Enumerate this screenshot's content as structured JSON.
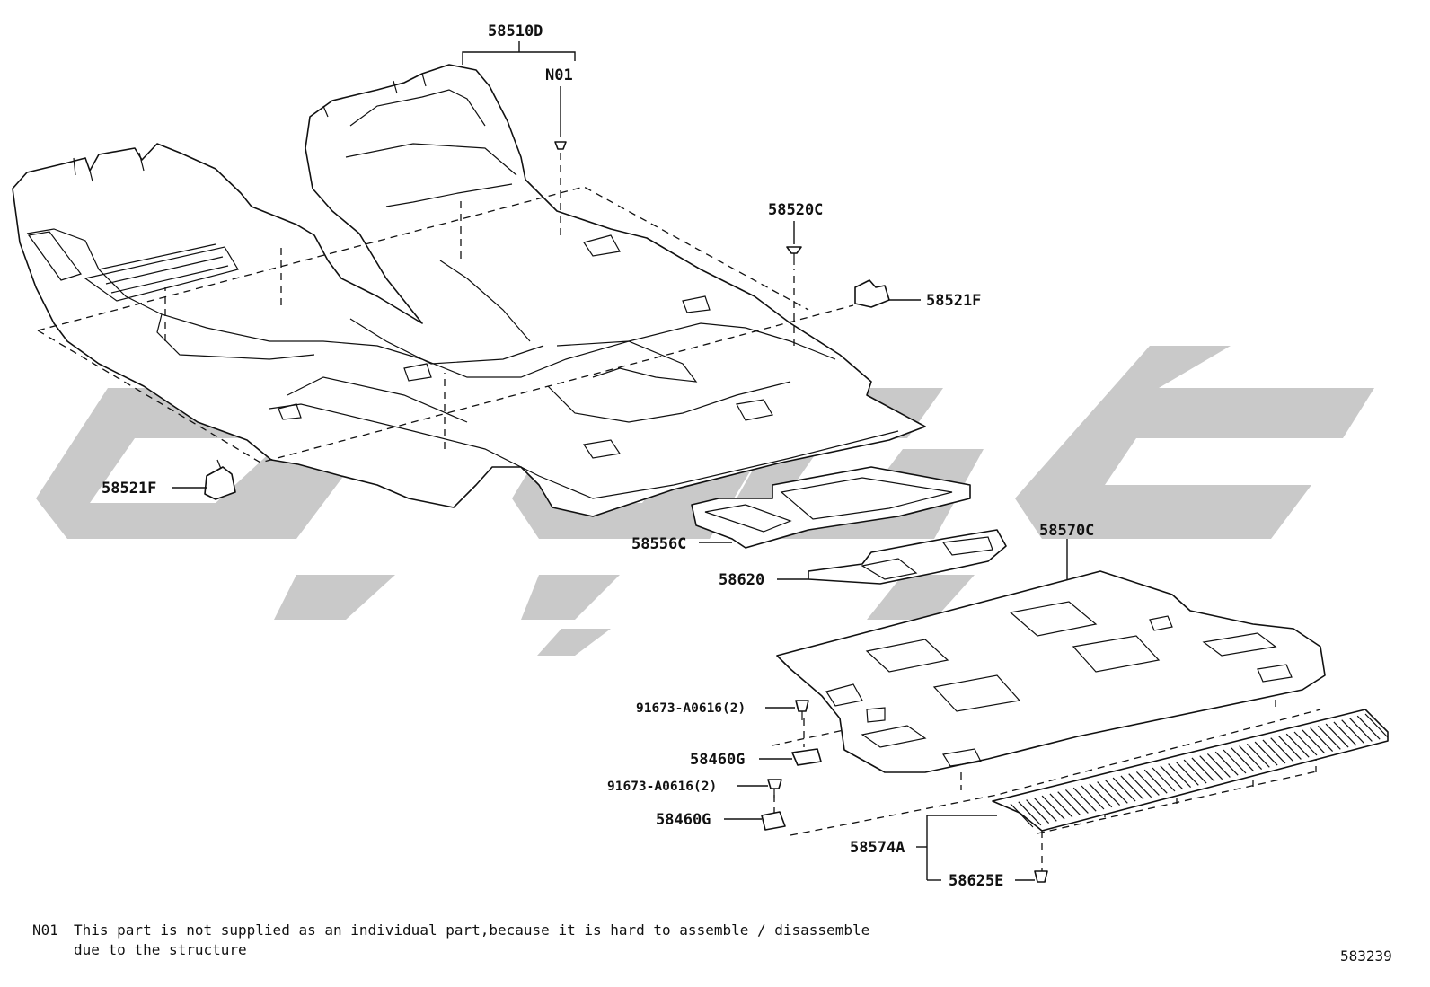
{
  "diagram_id": "583239",
  "callouts": {
    "c58510D": "58510D",
    "cN01": "N01",
    "c58520C": "58520C",
    "c58521F_right": "58521F",
    "c58521F_left": "58521F",
    "c58556C": "58556C",
    "c58620": "58620",
    "c58570C": "58570C",
    "c91673_top": "91673-A0616(2)",
    "c58460G_top": "58460G",
    "c91673_bottom": "91673-A0616(2)",
    "c58460G_bottom": "58460G",
    "c58574A": "58574A",
    "c58625E": "58625E"
  },
  "footnote": {
    "code": "N01",
    "line1": "This part is not supplied as an individual part,because it is hard to assemble / disassemble",
    "line2": "due to the structure"
  },
  "colors": {
    "line": "#111111",
    "watermark": "#c9c9c9",
    "background": "#ffffff"
  }
}
